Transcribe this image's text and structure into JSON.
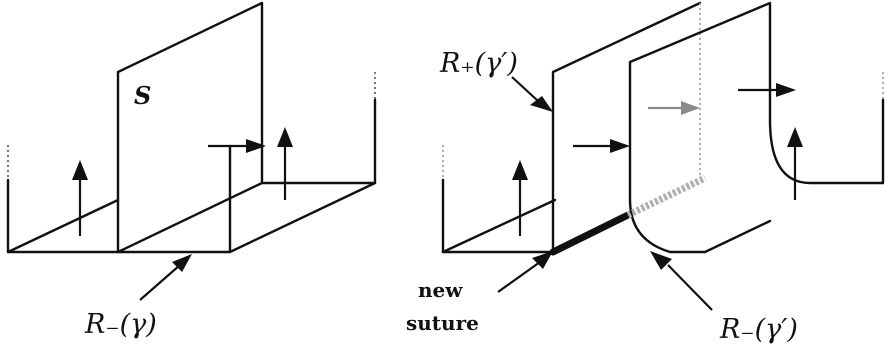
{
  "left_panel": {
    "surface_label": "S",
    "bottom_label": "R₋(γ)"
  },
  "right_panel": {
    "top_label": "R₊(γ′)",
    "bottom_label": "R₋(γ′)",
    "suture_label_line1": "new",
    "suture_label_line2": "suture"
  },
  "colors": {
    "ink": "#111111",
    "suture_shade": "#b0b0b0"
  }
}
